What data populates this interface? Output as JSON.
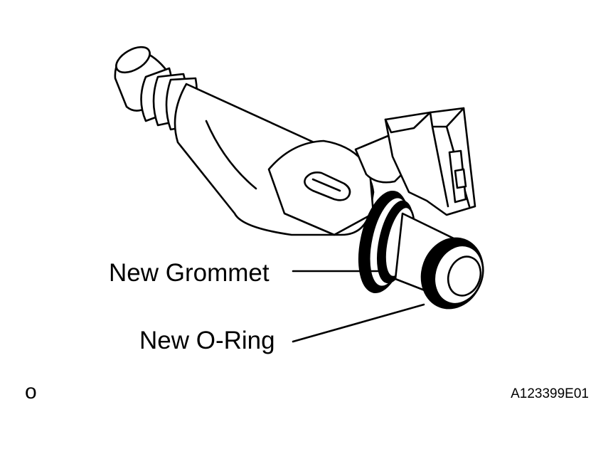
{
  "labels": {
    "grommet": "New Grommet",
    "oring": "New O-Ring"
  },
  "footer": {
    "left_mark": "o",
    "figure_code": "A123399E01"
  },
  "colors": {
    "line": "#000000",
    "fill": "#ffffff"
  }
}
